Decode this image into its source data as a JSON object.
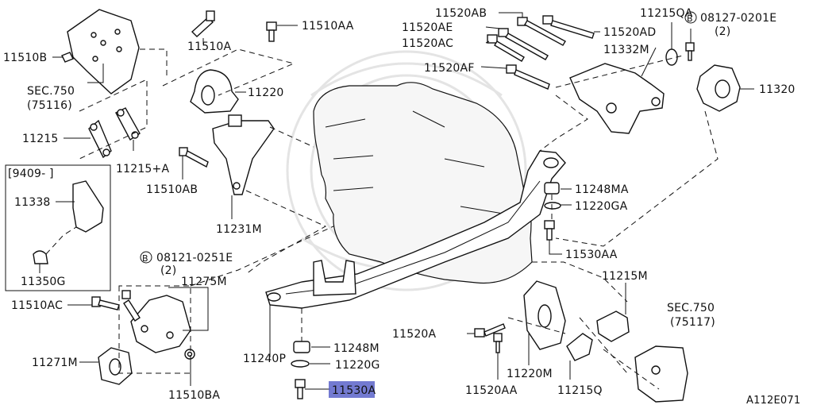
{
  "diagram_code": "A112E071",
  "highlight_color": "#5b63c9",
  "labels": {
    "l11510B": "11510B",
    "l11510A": "11510A",
    "l11510AA": "11510AA",
    "l11220": "11220",
    "sec750a": "SEC.750",
    "sec750a_ref": "(75116)",
    "l11215": "11215",
    "l11215A": "11215+A",
    "l11510AB": "11510AB",
    "l11231M": "11231M",
    "date_box": "[9409-   ]",
    "l11338": "11338",
    "l11350G": "11350G",
    "l11510AC": "11510AC",
    "bolt_b1": "08121-0251E",
    "bolt_b1_qty": "(2)",
    "l11275M": "11275M",
    "l11271M": "11271M",
    "l11510BA": "11510BA",
    "l11240P": "11240P",
    "l11248M": "11248M",
    "l11220G": "11220G",
    "l11530A": "11530A",
    "l11520AB": "11520AB",
    "l11520AE": "11520AE",
    "l11520AC": "11520AC",
    "l11520AF": "11520AF",
    "l11520AD": "11520AD",
    "l11332M": "11332M",
    "l11215QA": "11215QA",
    "bolt_b2": "08127-0201E",
    "bolt_b2_qty": "(2)",
    "l11320": "11320",
    "l11248MA": "11248MA",
    "l11220GA": "11220GA",
    "l11530AA": "11530AA",
    "l11215M": "11215M",
    "sec750b": "SEC.750",
    "sec750b_ref": "(75117)",
    "l11520A": "11520A",
    "l11220M": "11220M",
    "l11520AA": "11520AA",
    "l11215Q": "11215Q",
    "circle_b": "B"
  }
}
